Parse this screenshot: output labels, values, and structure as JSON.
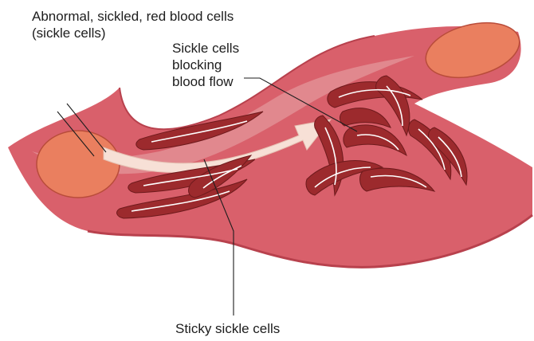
{
  "labels": {
    "abnormal": {
      "line1": "Abnormal, sickled, red blood cells",
      "line2": "(sickle cells)"
    },
    "blocking": {
      "line1": "Sickle cells",
      "line2": "blocking",
      "line3": "blood flow"
    },
    "sticky": "Sticky sickle cells"
  },
  "colors": {
    "vessel_wall": "#d9606b",
    "vessel_lumen": "#f2d4d0",
    "vessel_shadow": "#b8414d",
    "normal_cell": "#ea7f5f",
    "sickle_cell": "#9c2a2d",
    "sickle_highlight": "#ffffff",
    "flow_arrow": "#f7e0d6",
    "leader_line": "#1d1d1d"
  }
}
